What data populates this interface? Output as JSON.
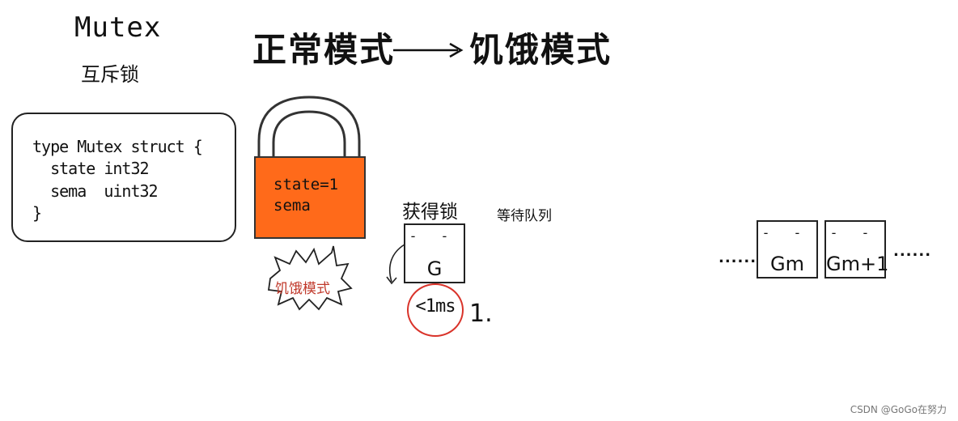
{
  "header": {
    "mutex_title": "Mutex",
    "mutex_subtitle": "互斥锁",
    "mode_from": "正常模式",
    "mode_to": "饥饿模式"
  },
  "code": {
    "lines": [
      "type Mutex struct {",
      "  state int32",
      "  sema  uint32",
      "}"
    ]
  },
  "lock": {
    "state_text": "state=1",
    "sema_text": "sema",
    "burst_label": "饥饿模式",
    "body_color": "#ff6a1a"
  },
  "queue": {
    "got_lock_label": "获得锁",
    "wait_queue_label": "等待队列",
    "g_label": "G",
    "timer_label": "<1ms",
    "step_label": "1.",
    "gm_label": "Gm",
    "gm1_label": "Gm+1",
    "ellipsis_left": "......",
    "ellipsis_right": "......",
    "eyes": "- -",
    "timer_color": "#d9332a"
  },
  "watermark": "CSDN @GoGo在努力"
}
